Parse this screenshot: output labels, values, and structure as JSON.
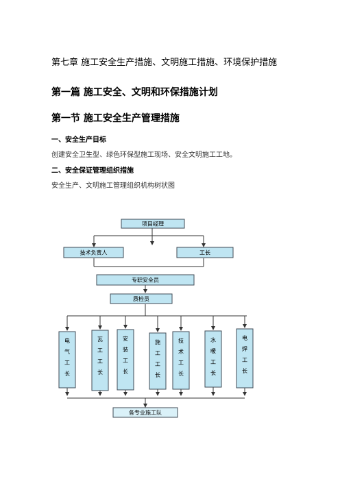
{
  "document": {
    "chapter_title": "第七章    施工安全生产措施、文明施工措施、环境保护措施",
    "part_title": "第一篇    施工安全、文明和环保措施计划",
    "section_title": "第一节  施工安全生产管理措施",
    "subsections": [
      {
        "heading": "一、安全生产目标",
        "text": "创建安全卫生型、绿色环保型施工现场、安全文明施工工地。"
      },
      {
        "heading": "二、安全保证管理组织措施",
        "text": "安全生产、文明施工管理组织机构树状图"
      }
    ]
  },
  "org_chart": {
    "top": "项目经理",
    "second_left": "技术负责人",
    "second_right": "工长",
    "safety": "专职安全员",
    "quality": "质检员",
    "foremen": [
      [
        "电",
        "气",
        "工",
        "长"
      ],
      [
        "瓦",
        "工",
        "工",
        "长"
      ],
      [
        "安",
        "装",
        "工",
        "长"
      ],
      [
        "施",
        "工",
        "工",
        "长"
      ],
      [
        "技",
        "术",
        "工",
        "长"
      ],
      [
        "水",
        "暖",
        "工",
        "长"
      ],
      [
        "电",
        "焊",
        "工",
        "长"
      ]
    ],
    "bottom": "各专业施工队",
    "colors": {
      "box_fill": "#bfe5f2",
      "box_fill_light": "#daf1f8",
      "border": "#3f4a55",
      "line": "#333333"
    }
  }
}
